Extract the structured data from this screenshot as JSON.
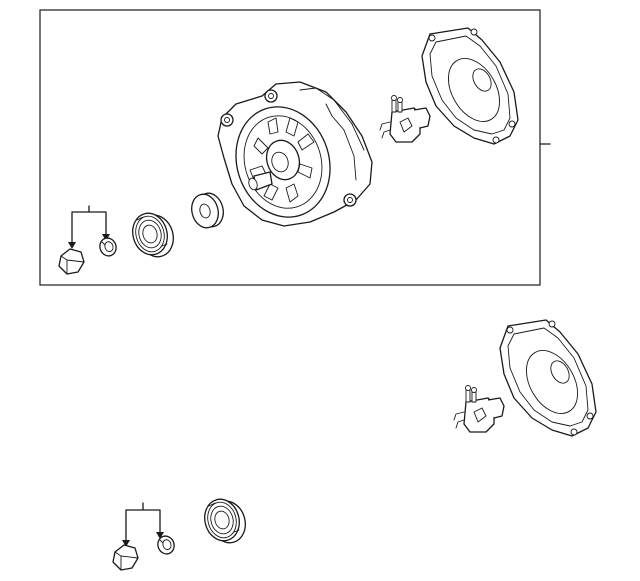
{
  "diagram": {
    "background_color": "#ffffff",
    "line_color": "#1a1a1a",
    "groups": [
      {
        "id": "alternator-assembly",
        "framed": true,
        "parts": [
          "nut",
          "lock-washer",
          "pulley",
          "spacer-washer",
          "alternator",
          "voltage-regulator",
          "rear-cover"
        ]
      },
      {
        "id": "regulator-and-cover",
        "framed": false,
        "parts": [
          "voltage-regulator",
          "rear-cover"
        ]
      },
      {
        "id": "pulley-hardware",
        "framed": false,
        "parts": [
          "nut",
          "lock-washer",
          "pulley"
        ]
      }
    ]
  }
}
